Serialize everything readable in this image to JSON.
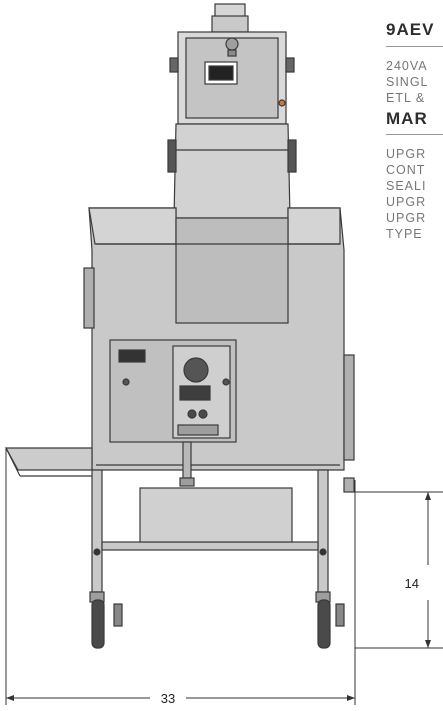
{
  "spec_panel": {
    "model_heading": "9AEV",
    "model_lines": [
      "240VA",
      "SINGL",
      "ETL &"
    ],
    "options_heading": "MAR",
    "options_lines": [
      "UPGR",
      "CONT",
      "SEALI",
      "UPGR",
      "UPGR",
      "TYPE"
    ]
  },
  "dimensions": {
    "overall_width": "33",
    "frame_height": "14"
  },
  "colors": {
    "line": "#3a3a3a",
    "steel": "#c9c9c9",
    "steel_dark": "#9e9e9e",
    "wheel": "#4a4a4a",
    "text_muted": "#777777"
  }
}
